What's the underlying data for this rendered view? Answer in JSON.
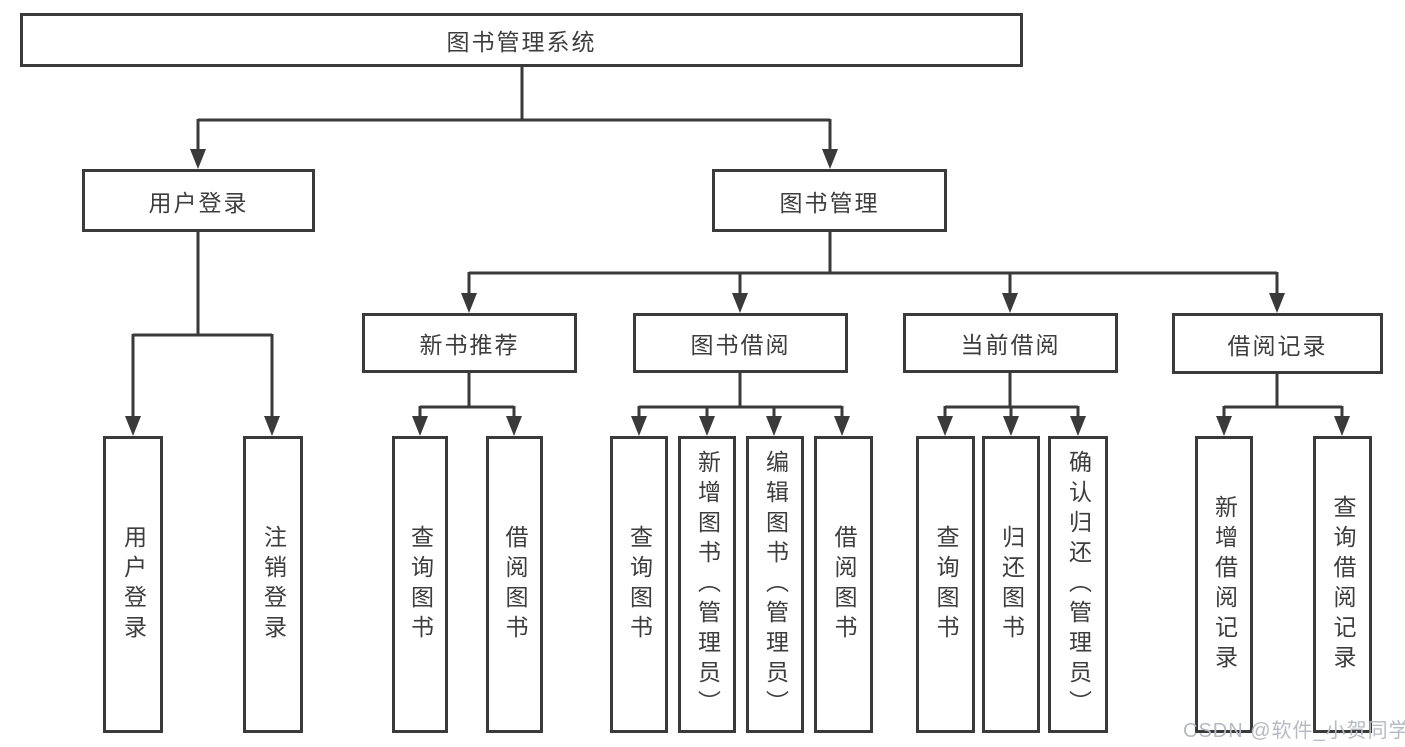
{
  "diagram": {
    "title": "图书管理系统",
    "root": {
      "label": "图书管理系统"
    },
    "level2": {
      "user_login": {
        "label": "用户登录"
      },
      "book_mgmt": {
        "label": "图书管理"
      }
    },
    "level3": {
      "new_book_rec": {
        "label": "新书推荐"
      },
      "book_borrow": {
        "label": "图书借阅"
      },
      "current_borrow": {
        "label": "当前借阅"
      },
      "borrow_records": {
        "label": "借阅记录"
      }
    },
    "leaves": {
      "user_login": [
        "用户登录",
        "注销登录"
      ],
      "new_book_rec": [
        "查询图书",
        "借阅图书"
      ],
      "book_borrow": [
        "查询图书",
        "新增图书（管理员）",
        "编辑图书（管理员）",
        "借阅图书"
      ],
      "current_borrow": [
        "查询图书",
        "归还图书",
        "确认归还（管理员）"
      ],
      "borrow_records": [
        "新增借阅记录",
        "查询借阅记录"
      ]
    }
  },
  "colors": {
    "line": "#3a3a3a",
    "text": "#3d3d3d",
    "watermark": "#b6bac1",
    "background": "#ffffff"
  },
  "watermark": {
    "text": "CSDN @软件_小贺同学"
  }
}
